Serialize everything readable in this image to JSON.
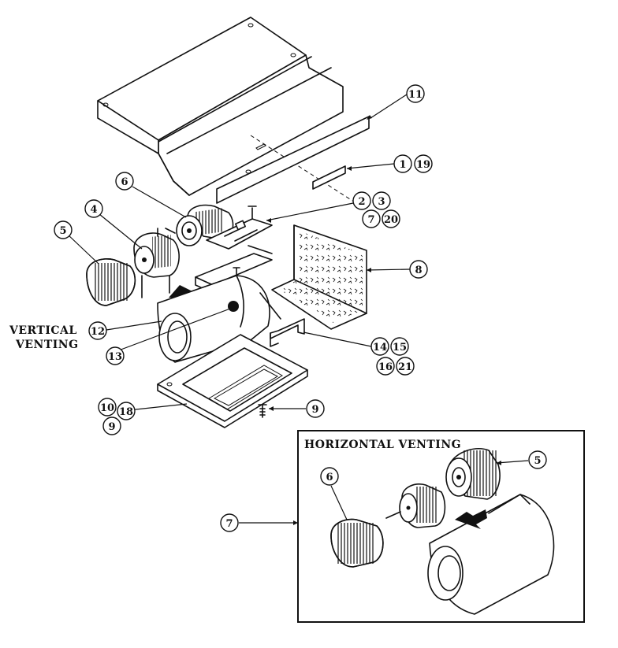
{
  "labels": {
    "vertical_venting_line1": "VERTICAL",
    "vertical_venting_line2": "VENTING",
    "horizontal_venting": "HORIZONTAL VENTING"
  },
  "callouts": {
    "c11": "11",
    "c1": "1",
    "c19": "19",
    "c6a": "6",
    "c2": "2",
    "c3": "3",
    "c7a": "7",
    "c20": "20",
    "c4": "4",
    "c5a": "5",
    "c8": "8",
    "c12": "12",
    "c13": "13",
    "c14": "14",
    "c15": "15",
    "c16": "16",
    "c21": "21",
    "c10": "10",
    "c18": "18",
    "c9a": "9",
    "c9b": "9",
    "c6b": "6",
    "c5b": "5",
    "c7b": "7"
  }
}
